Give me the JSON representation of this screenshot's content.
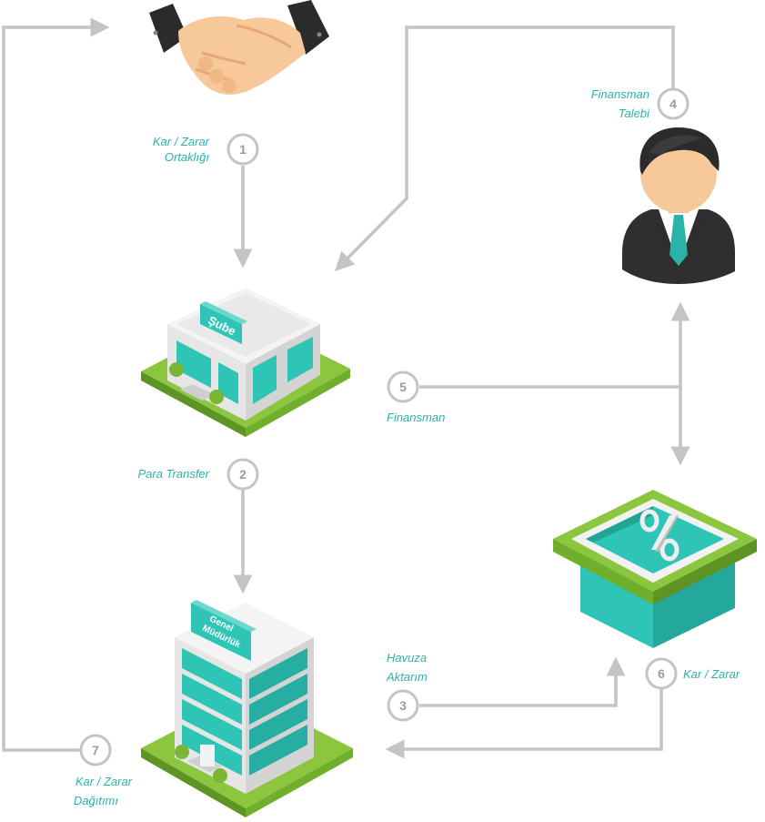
{
  "colors": {
    "arrow": "#c4c4c4",
    "label": "#2cb3a8",
    "teal": "#2ec4b6",
    "grass": "#8cc63f",
    "building": "#eeeeee"
  },
  "signs": {
    "branch": "Şube",
    "hq_line1": "Genel",
    "hq_line2": "Müdürlük"
  },
  "steps": [
    {
      "number": "1",
      "label_line1": "Kar / Zarar",
      "label_line2": "Ortaklığı"
    },
    {
      "number": "2",
      "label_line1": "Para Transfer",
      "label_line2": ""
    },
    {
      "number": "3",
      "label_line1": "Havuza",
      "label_line2": "Aktarım"
    },
    {
      "number": "4",
      "label_line1": "Finansman",
      "label_line2": "Talebi"
    },
    {
      "number": "5",
      "label_line1": "Finansman",
      "label_line2": ""
    },
    {
      "number": "6",
      "label_line1": "Kar / Zarar",
      "label_line2": ""
    },
    {
      "number": "7",
      "label_line1": "Kar / Zarar",
      "label_line2": "Dağıtımı"
    }
  ],
  "icons": [
    "handshake-icon",
    "businessman-icon",
    "branch-building-icon",
    "headquarters-building-icon",
    "pool-percent-icon"
  ]
}
